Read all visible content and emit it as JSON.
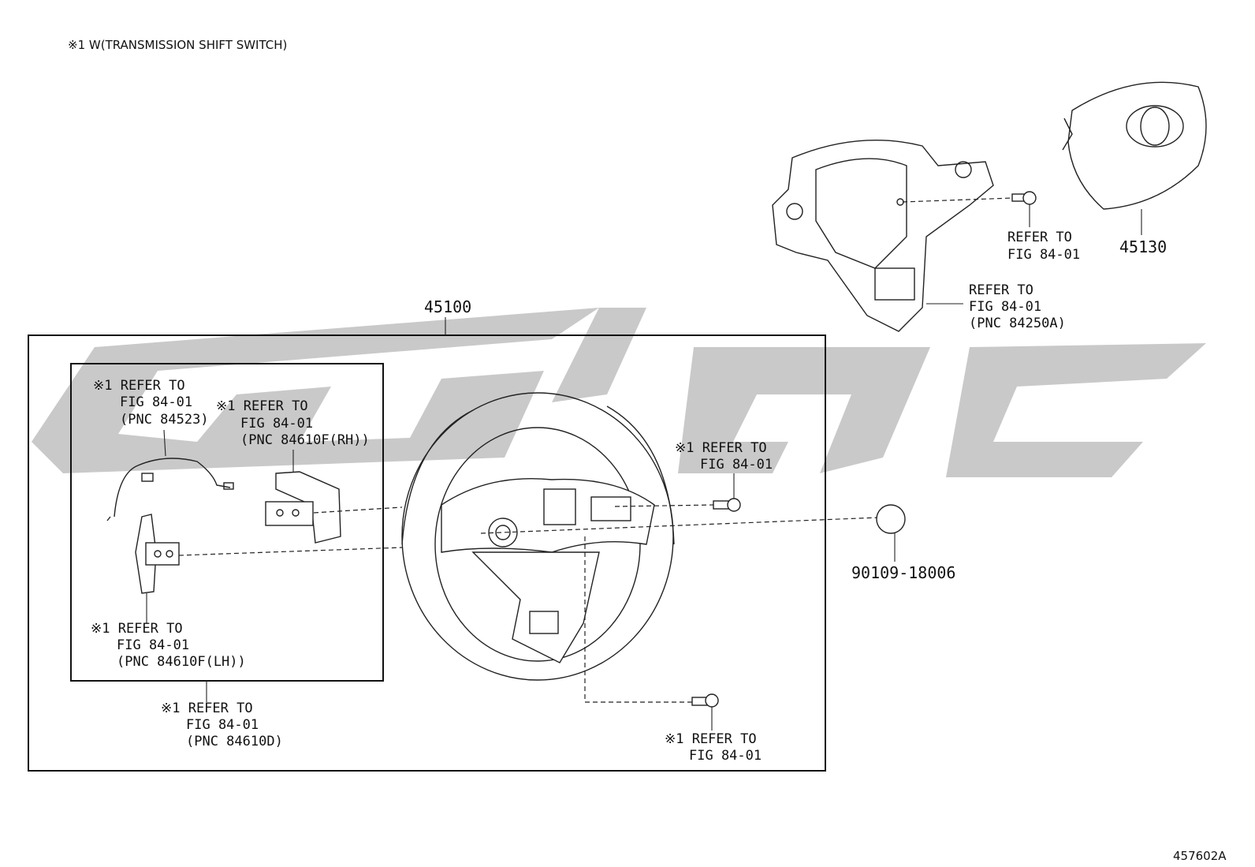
{
  "header_note": "※1 W(TRANSMISSION SHIFT SWITCH)",
  "figure_id": "457602A",
  "colors": {
    "line": "#222222",
    "watermark": "#c9c9c9",
    "background": "#ffffff"
  },
  "part_numbers": {
    "assembly": "45100",
    "airbag": "45130",
    "plug": "90109-18006"
  },
  "callouts": {
    "wire_harness": [
      "※1 REFER TO",
      "FIG 84-01",
      "(PNC 84523)"
    ],
    "shift_switch_rh": [
      "※1 REFER TO",
      "FIG 84-01",
      "(PNC 84610F(RH))"
    ],
    "shift_switch_lh": [
      "※1 REFER TO",
      "FIG 84-01",
      "(PNC 84610F(LH))"
    ],
    "shift_switch_assy": [
      "※1 REFER TO",
      "FIG 84-01",
      "(PNC 84610D)"
    ],
    "screw_right": [
      "※1 REFER TO",
      "FIG 84-01"
    ],
    "screw_bottom": [
      "※1 REFER TO",
      "FIG 84-01"
    ],
    "pad_screw": [
      "REFER TO",
      "FIG 84-01"
    ],
    "lower_cover": [
      "REFER TO",
      "FIG 84-01",
      "(PNC 84250A)"
    ]
  }
}
